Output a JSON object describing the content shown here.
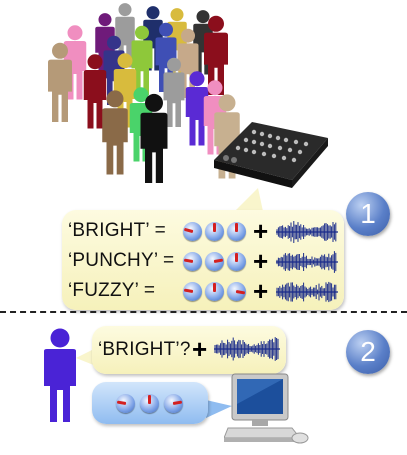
{
  "step1": {
    "badge": "1",
    "rows": [
      {
        "label": "‘BRIGHT’ =",
        "knobs": [
          -75,
          0,
          0
        ]
      },
      {
        "label": "‘PUNCHY’ =",
        "knobs": [
          -80,
          80,
          0
        ]
      },
      {
        "label": "‘FUZZY’ =",
        "knobs": [
          -80,
          0,
          100
        ]
      }
    ]
  },
  "step2": {
    "badge": "2",
    "query": "‘BRIGHT’?",
    "knobs": [
      -80,
      0,
      80
    ]
  },
  "icons": {
    "crowd": "people-crowd-icon",
    "mixer": "audio-mixer-icon",
    "person": "person-icon",
    "computer": "computer-icon",
    "waveform": "waveform-icon"
  },
  "colors": {
    "callout": "#f6f1bb",
    "knob": "#7aa0e6",
    "knob_indicator": "#d42020",
    "badge": "#5a7fc8",
    "person": "#4a23d6",
    "waveform": "#1a2b8a"
  }
}
